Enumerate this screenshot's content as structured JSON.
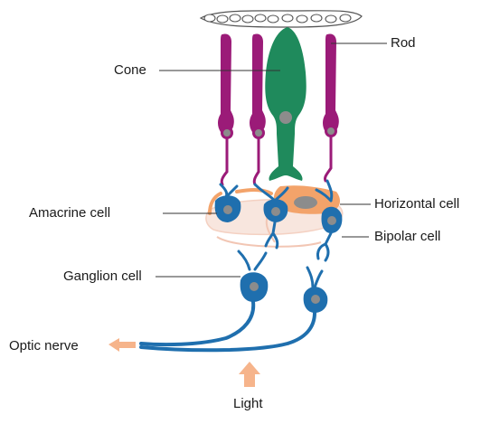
{
  "labels": {
    "rod": "Rod",
    "cone": "Cone",
    "amacrine_cell": "Amacrine cell",
    "horizontal_cell": "Horizontal cell",
    "bipolar_cell": "Bipolar cell",
    "ganglion_cell": "Ganglion cell",
    "optic_nerve": "Optic nerve",
    "light": "Light"
  },
  "colors": {
    "rod": "#9b1b78",
    "cone": "#1f8a5c",
    "bipolar": "#1f6fae",
    "horizontal": "#f3a36a",
    "nucleus": "#8c8c8c",
    "plexus": "#f2c6b4",
    "arrow": "#f6b48b",
    "epithelium": "#555555",
    "leader": "#333333"
  }
}
